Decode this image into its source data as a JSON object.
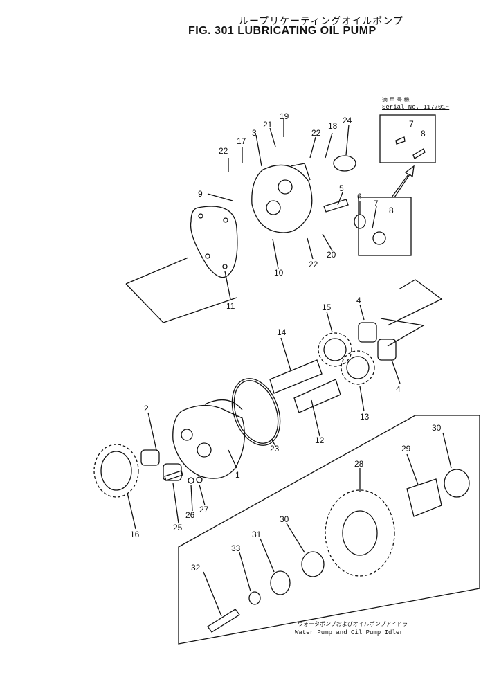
{
  "title_jp": "ループリケーティングオイルポンプ",
  "title": "FIG. 301  LUBRICATING OIL PUMP",
  "serial_jp": "適 用 号 機",
  "serial_label": "Serial No. 117701~",
  "idler_jp": "ウォータポンプおよびオイルポンプアイドラ",
  "idler_label": "Water  Pump  and  Oil  Pump  Idler",
  "parts": [
    "19",
    "21",
    "3",
    "22",
    "17",
    "18",
    "22",
    "24",
    "9",
    "5",
    "6",
    "7",
    "8",
    "7",
    "8",
    "10",
    "22",
    "20",
    "11",
    "4",
    "15",
    "14",
    "4",
    "13",
    "12",
    "2",
    "23",
    "1",
    "30",
    "29",
    "28",
    "16",
    "25",
    "26",
    "27",
    "30",
    "31",
    "33",
    "32"
  ]
}
